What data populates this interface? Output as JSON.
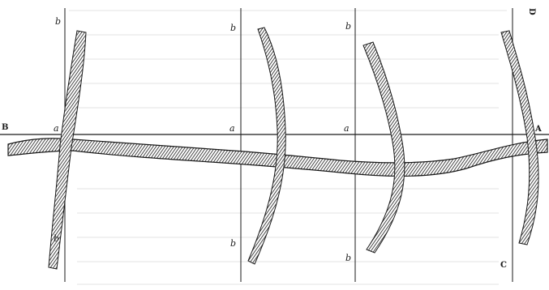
{
  "figure": {
    "type": "engraving",
    "ink_color": "#1a1a1a",
    "bleed_text_color": "#d2d2d2",
    "labels": {
      "left_end": "B",
      "right_end": "A",
      "bottom_right": "C",
      "top_right": "D",
      "intersection": "a",
      "vertical_end": "b"
    }
  }
}
